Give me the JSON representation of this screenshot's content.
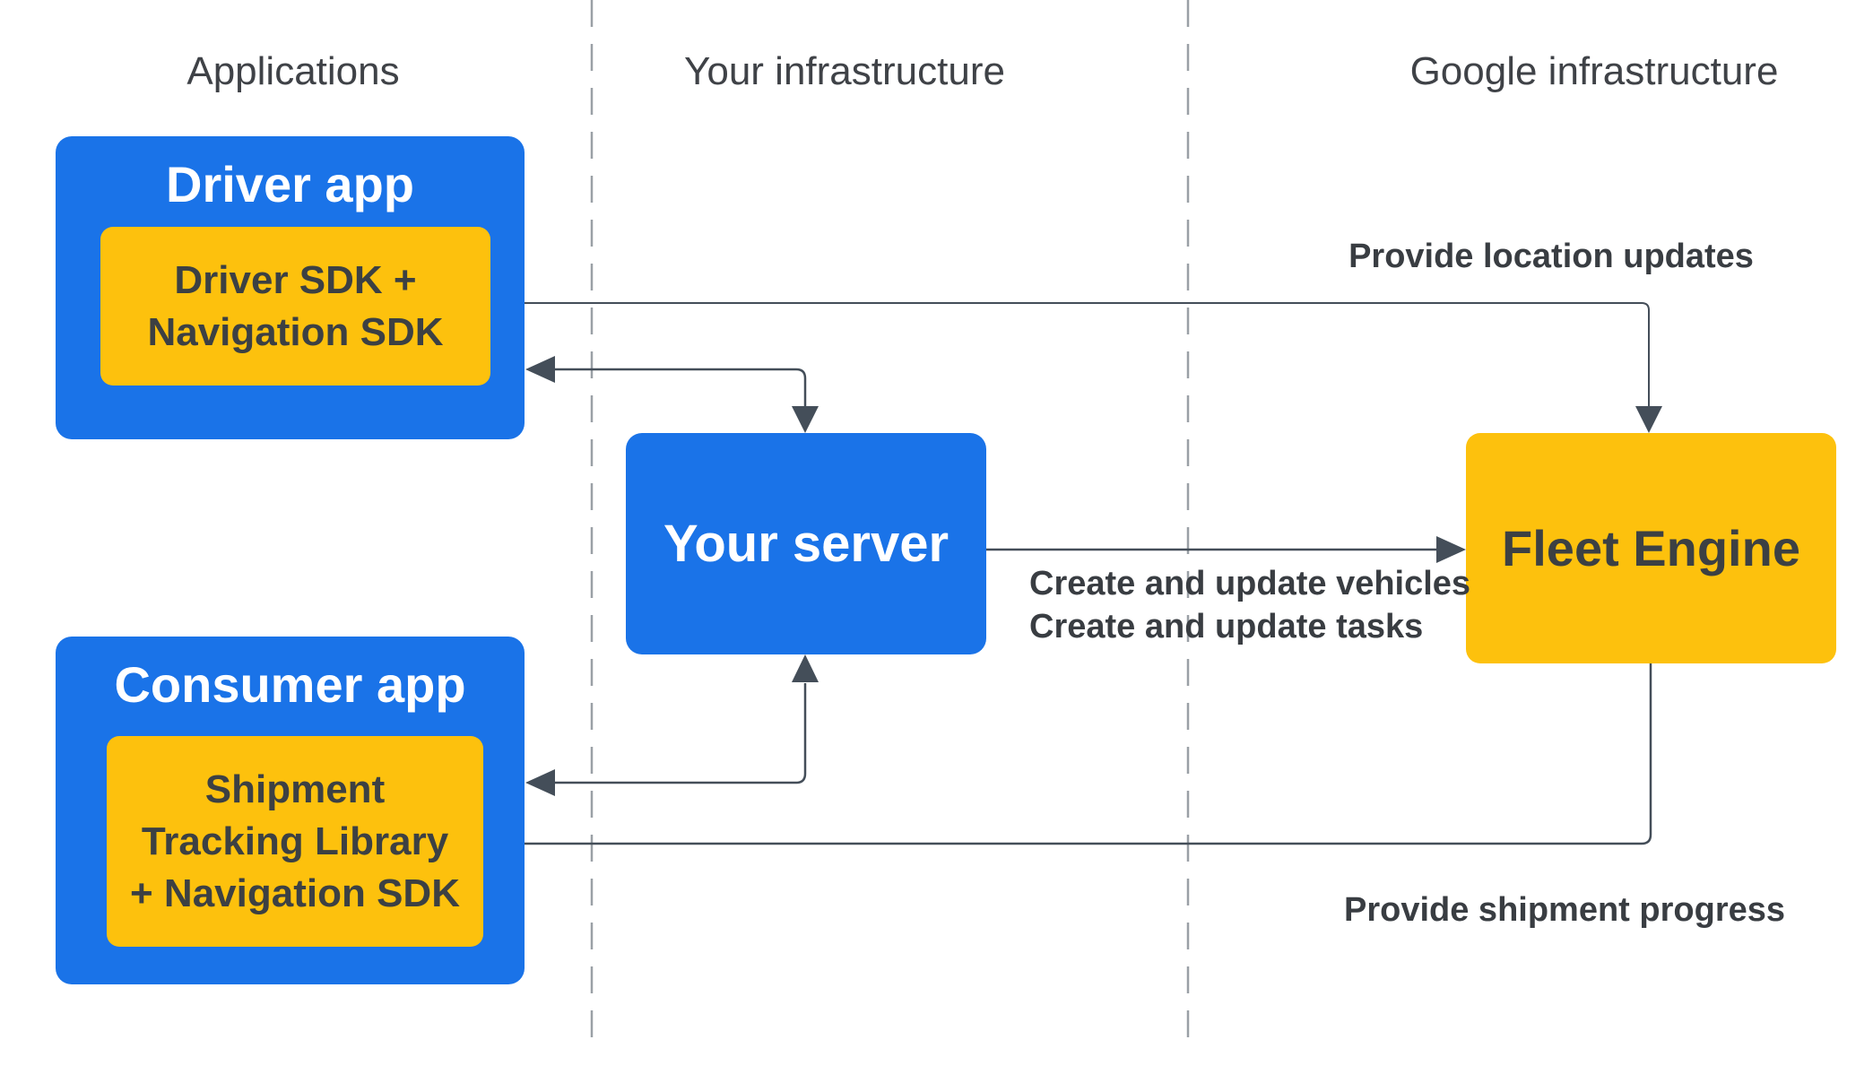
{
  "columns": [
    {
      "label": "Applications"
    },
    {
      "label": "Your infrastructure"
    },
    {
      "label": "Google infrastructure"
    }
  ],
  "nodes": {
    "driver_app": {
      "title": "Driver app",
      "sdk_lines": [
        "Driver SDK +",
        "Navigation SDK"
      ]
    },
    "consumer_app": {
      "title": "Consumer app",
      "sdk_lines": [
        "Shipment",
        "Tracking Library",
        "+ Navigation SDK"
      ]
    },
    "your_server": {
      "title": "Your server"
    },
    "fleet_engine": {
      "title": "Fleet Engine"
    }
  },
  "edges": [
    {
      "name": "fleet-engine-to-driver-sdk",
      "label": "Provide location updates",
      "from": "Fleet Engine",
      "to": "Driver SDK + Navigation SDK"
    },
    {
      "name": "your-server-to-driver-app",
      "label": "",
      "from": "Your server",
      "to": "Driver app"
    },
    {
      "name": "your-server-to-fleet-engine",
      "label_lines": [
        "Create and update vehicles",
        "Create and update tasks"
      ],
      "from": "Your server",
      "to": "Fleet Engine"
    },
    {
      "name": "your-server-to-consumer-app",
      "label": "",
      "from": "Your server",
      "to": "Consumer app"
    },
    {
      "name": "fleet-engine-to-shipment-library",
      "label": "Provide shipment progress",
      "from": "Fleet Engine",
      "to": "Shipment Tracking Library + Navigation SDK"
    }
  ],
  "colors": {
    "blue": "#1a73e8",
    "yellow": "#fdc10d",
    "line": "#444e59",
    "dash": "#9aa0a6",
    "header": "#3f4247",
    "dark": "#3c4043",
    "label": "#393d42"
  }
}
